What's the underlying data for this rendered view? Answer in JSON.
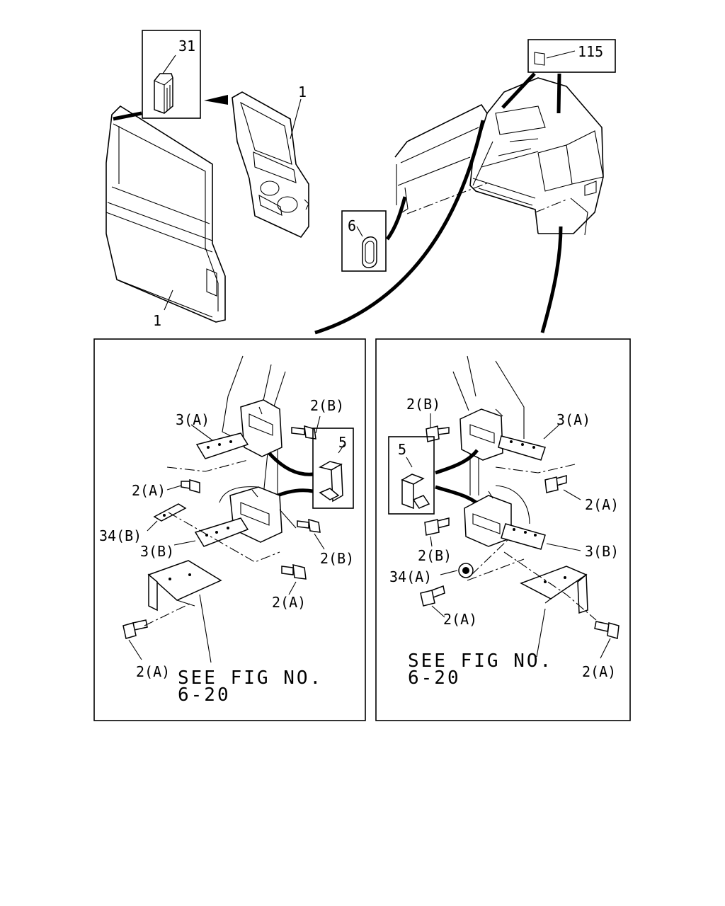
{
  "callouts": {
    "door_left": "1",
    "door_right": "1",
    "part_31": "31",
    "part_115": "115",
    "part_6": "6"
  },
  "left_panel": {
    "part_5": "5",
    "bolt_2b_top": "2(B)",
    "bracket_3a": "3(A)",
    "bolt_2a_left": "2(A)",
    "part_34b": "34(B)",
    "bracket_3b": "3(B)",
    "bolt_2b_bottom": "2(B)",
    "bolt_2a_mid": "2(A)",
    "bolt_2a_bottom": "2(A)",
    "see_fig_line1": "SEE FIG NO.",
    "see_fig_line2": "6-20"
  },
  "right_panel": {
    "part_5": "5",
    "bolt_2b_top": "2(B)",
    "bracket_3a": "3(A)",
    "bolt_2a_right": "2(A)",
    "bolt_2b_mid": "2(B)",
    "bracket_3b": "3(B)",
    "part_34a": "34(A)",
    "bolt_2a_mid": "2(A)",
    "bolt_2a_bottom": "2(A)",
    "see_fig_line1": "SEE FIG NO.",
    "see_fig_line2": "6-20"
  }
}
